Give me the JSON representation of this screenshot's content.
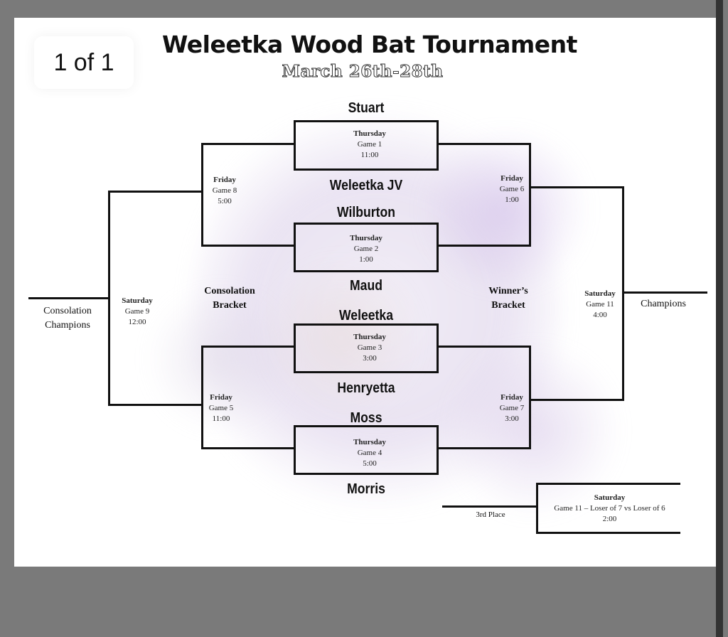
{
  "viewer": {
    "page_counter": "1 of 1"
  },
  "header": {
    "title": "Weleetka Wood Bat Tournament",
    "dates": "March 26th-28th"
  },
  "teams": [
    "Stuart",
    "Weleetka JV",
    "Wilburton",
    "Maud",
    "Weleetka",
    "Henryetta",
    "Moss",
    "Morris"
  ],
  "games": {
    "g1": {
      "day": "Thursday",
      "game": "Game 1",
      "time": "11:00"
    },
    "g2": {
      "day": "Thursday",
      "game": "Game 2",
      "time": "1:00"
    },
    "g3": {
      "day": "Thursday",
      "game": "Game 3",
      "time": "3:00"
    },
    "g4": {
      "day": "Thursday",
      "game": "Game 4",
      "time": "5:00"
    },
    "g8": {
      "day": "Friday",
      "game": "Game 8",
      "time": "5:00"
    },
    "g5": {
      "day": "Friday",
      "game": "Game 5",
      "time": "11:00"
    },
    "g6": {
      "day": "Friday",
      "game": "Game 6",
      "time": "1:00"
    },
    "g7": {
      "day": "Friday",
      "game": "Game 7",
      "time": "3:00"
    },
    "g9": {
      "day": "Saturday",
      "game": "Game 9",
      "time": "12:00"
    },
    "g11": {
      "day": "Saturday",
      "game": "Game 11",
      "time": "4:00"
    },
    "third": {
      "day": "Saturday",
      "game": "Game 11 – Loser of 7 vs Loser of 6",
      "time": "2:00"
    }
  },
  "labels": {
    "consolation_bracket_1": "Consolation",
    "consolation_bracket_2": "Bracket",
    "winners_bracket_1": "Winner’s",
    "winners_bracket_2": "Bracket",
    "consolation_champions_1": "Consolation",
    "consolation_champions_2": "Champions",
    "champions": "Champions",
    "third_place": "3rd Place"
  },
  "colors": {
    "smoke": "#c9b8e0",
    "ink": "#111111",
    "backdrop": "#7a7a7a"
  }
}
